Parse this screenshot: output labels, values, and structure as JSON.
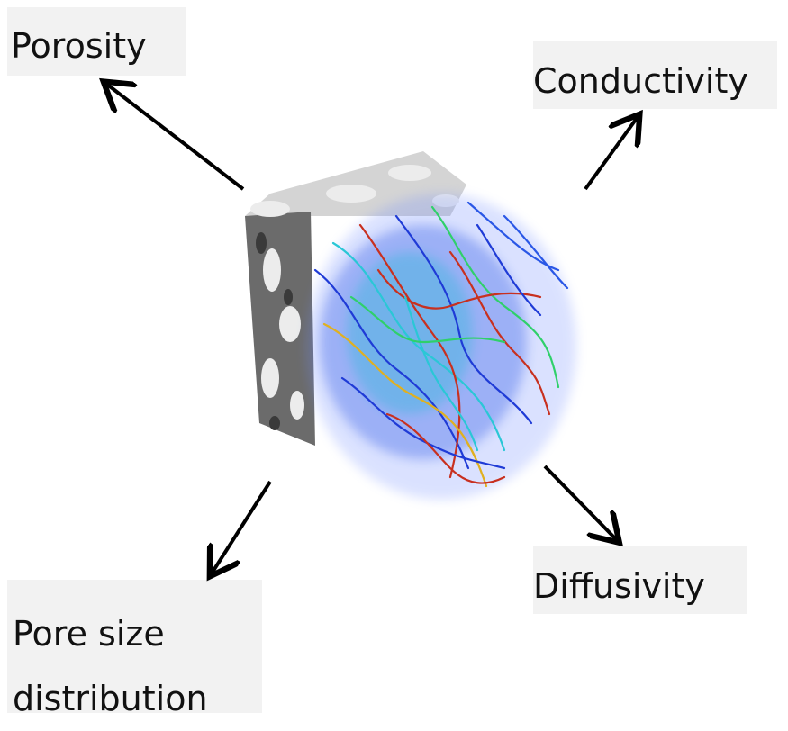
{
  "labels": {
    "porosity": "Porosity",
    "conductivity": "Conductivity",
    "diffusivity": "Diffusivity",
    "pore_size_line1": "Pore size",
    "pore_size_line2": "distribution"
  },
  "colors": {
    "label_background": "#f2f2f2",
    "arrow": "#000000",
    "solid_face": "#d9d9d9",
    "solid_side": "#8a8a8a",
    "streamline_low": "#1f3bd6",
    "streamline_mid": "#22c0d8",
    "streamline_high": "#c8301f"
  },
  "image": {
    "subject": "porous-medium-cube-with-flow-streamlines"
  }
}
